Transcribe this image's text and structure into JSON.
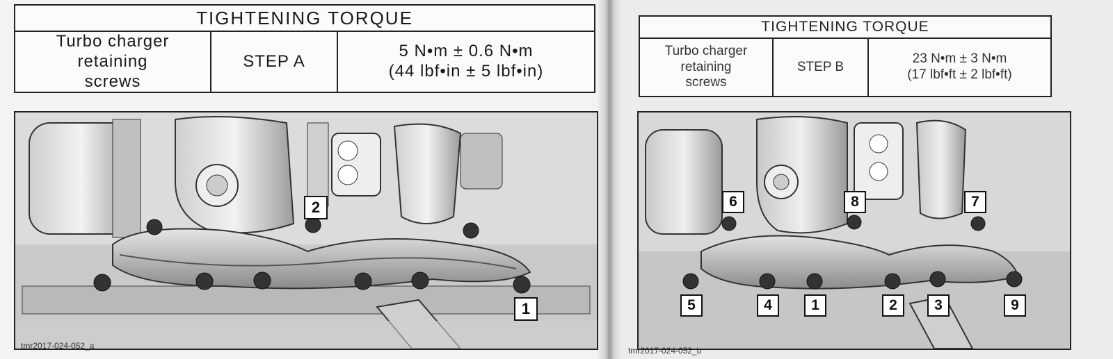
{
  "left": {
    "table": {
      "title": "TIGHTENING TORQUE",
      "part": [
        "Turbo charger",
        "retaining",
        "screws"
      ],
      "step": "STEP A",
      "value_metric": "5 N•m ± 0.6 N•m",
      "value_imperial": "(44 lbf•in ± 5 lbf•in)"
    },
    "figure": {
      "code": "tmr2017-024-052_a",
      "callouts": [
        "2",
        "1"
      ]
    }
  },
  "right": {
    "table": {
      "title": "TIGHTENING TORQUE",
      "part": [
        "Turbo charger",
        "retaining",
        "screws"
      ],
      "step": "STEP B",
      "value_metric": "23 N•m ± 3 N•m",
      "value_imperial": "(17 lbf•ft ± 2 lbf•ft)"
    },
    "figure": {
      "code": "tmr2017-024-052_b",
      "callouts": [
        "6",
        "8",
        "7",
        "5",
        "4",
        "1",
        "2",
        "3",
        "9"
      ]
    }
  }
}
